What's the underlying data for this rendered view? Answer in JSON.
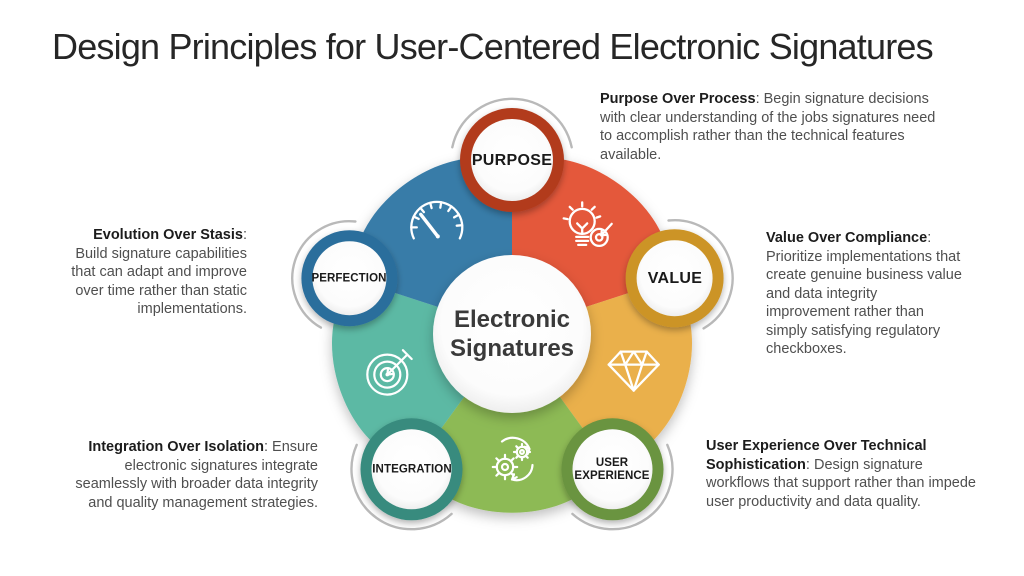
{
  "title": "Design Principles for User-Centered Electronic Signatures",
  "ui": {
    "separator": ": "
  },
  "center": {
    "label": "Electronic Signatures"
  },
  "nodes": [
    {
      "id": "purpose",
      "label": "PURPOSE",
      "ring_color": "#B23B1E",
      "wedge_color": "#E4593B",
      "icon": "idea-target",
      "angle_deg": 270
    },
    {
      "id": "value",
      "label": "VALUE",
      "ring_color": "#CC9427",
      "wedge_color": "#EAB04C",
      "icon": "diamond",
      "angle_deg": -18
    },
    {
      "id": "user-experience",
      "label": "USER EXPERIENCE",
      "ring_color": "#6A9440",
      "wedge_color": "#8DBA55",
      "icon": "gears-refresh",
      "angle_deg": 54
    },
    {
      "id": "integration",
      "label": "INTEGRATION",
      "ring_color": "#378B7E",
      "wedge_color": "#5CB9A4",
      "icon": "dartboard",
      "angle_deg": 126
    },
    {
      "id": "perfection",
      "label": "PERFECTION",
      "ring_color": "#2C6E9C",
      "wedge_color": "#377CA8",
      "icon": "gauge",
      "angle_deg": 198
    }
  ],
  "callouts": {
    "purpose": {
      "heading": "Purpose Over Process",
      "body": "Begin signature decisions with clear understanding of the jobs signatures need to accomplish rather than the technical features available."
    },
    "value": {
      "heading": "Value Over Compliance",
      "body": "Prioritize implementations that create genuine business value and data integrity improvement rather than simply satisfying regulatory checkboxes."
    },
    "user_experience": {
      "heading": "User Experience Over Technical Sophistication",
      "body": "Design signature workflows that support rather than impede user productivity and data quality."
    },
    "integration": {
      "heading": "Integration Over Isolation",
      "body": "Ensure electronic signatures integrate seamlessly with broader data integrity and quality management strategies."
    },
    "evolution": {
      "heading": "Evolution Over Stasis",
      "body": "Build signature capabilities that can adapt and improve over time rather than static implementations."
    }
  },
  "accent_colors": {
    "arc_gray": "#B9B9B9"
  }
}
